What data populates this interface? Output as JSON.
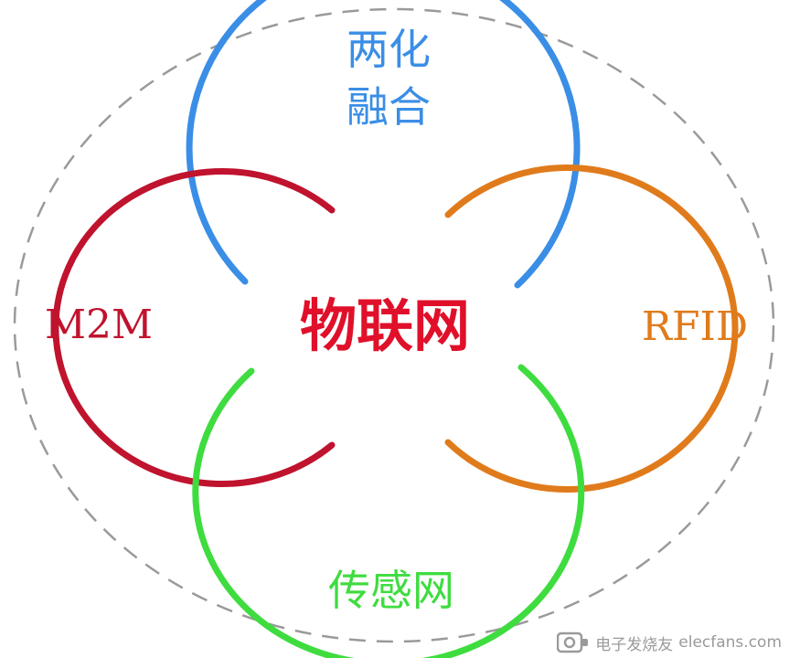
{
  "diagram": {
    "center_label": "物联网",
    "top_label_line1": "两化",
    "top_label_line2": "融合",
    "left_label": "M2M",
    "right_label": "RFID",
    "bottom_label": "传感网"
  },
  "colors": {
    "top": "#3a8ee6",
    "left": "#c0132e",
    "right": "#e07b1c",
    "bottom": "#3fdc3f",
    "center": "#e0102a",
    "outline": "#9a9a9a"
  },
  "watermark": {
    "text": "电子发烧友",
    "domain": "elecfans.com"
  }
}
